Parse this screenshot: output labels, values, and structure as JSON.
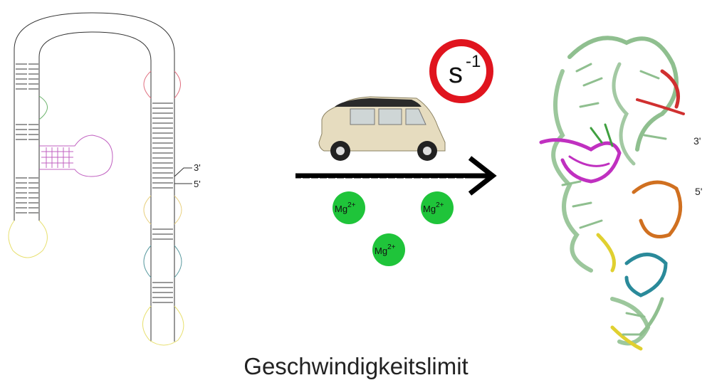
{
  "title": "Geschwindigkeitslimit",
  "rna_2d": {
    "end_labels": {
      "three_prime": "3'",
      "five_prime": "5'"
    }
  },
  "rna_3d": {
    "end_labels": {
      "three_prime": "3'",
      "five_prime": "5'"
    },
    "colors": [
      "#8fbf8f",
      "#d03030",
      "#c030c0",
      "#d07020",
      "#2a8a9a",
      "#e0d030",
      "#40a040"
    ]
  },
  "speed_sign": {
    "base": "s",
    "exponent": "-1",
    "ring_color": "#e0141e"
  },
  "ions": [
    {
      "symbol": "Mg",
      "charge": "2+"
    },
    {
      "symbol": "Mg",
      "charge": "2+"
    },
    {
      "symbol": "Mg",
      "charge": "2+"
    }
  ],
  "ion_color": "#1fc43a",
  "car": {
    "name": "car-icon",
    "body_color": "#e6dcbf",
    "roof_color": "#2a2a2a"
  },
  "arrow": {
    "name": "reaction-arrow",
    "color": "#000000"
  }
}
